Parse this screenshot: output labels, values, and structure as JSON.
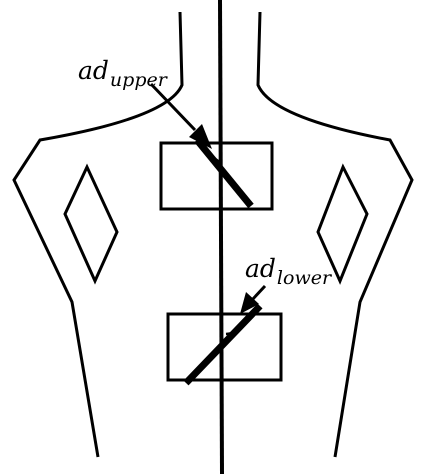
{
  "labels": {
    "upper": {
      "main": "ad",
      "sub": "upper"
    },
    "lower": {
      "main": "ad",
      "sub": "lower"
    }
  },
  "colors": {
    "stroke": "#000000",
    "background": "#ffffff"
  }
}
